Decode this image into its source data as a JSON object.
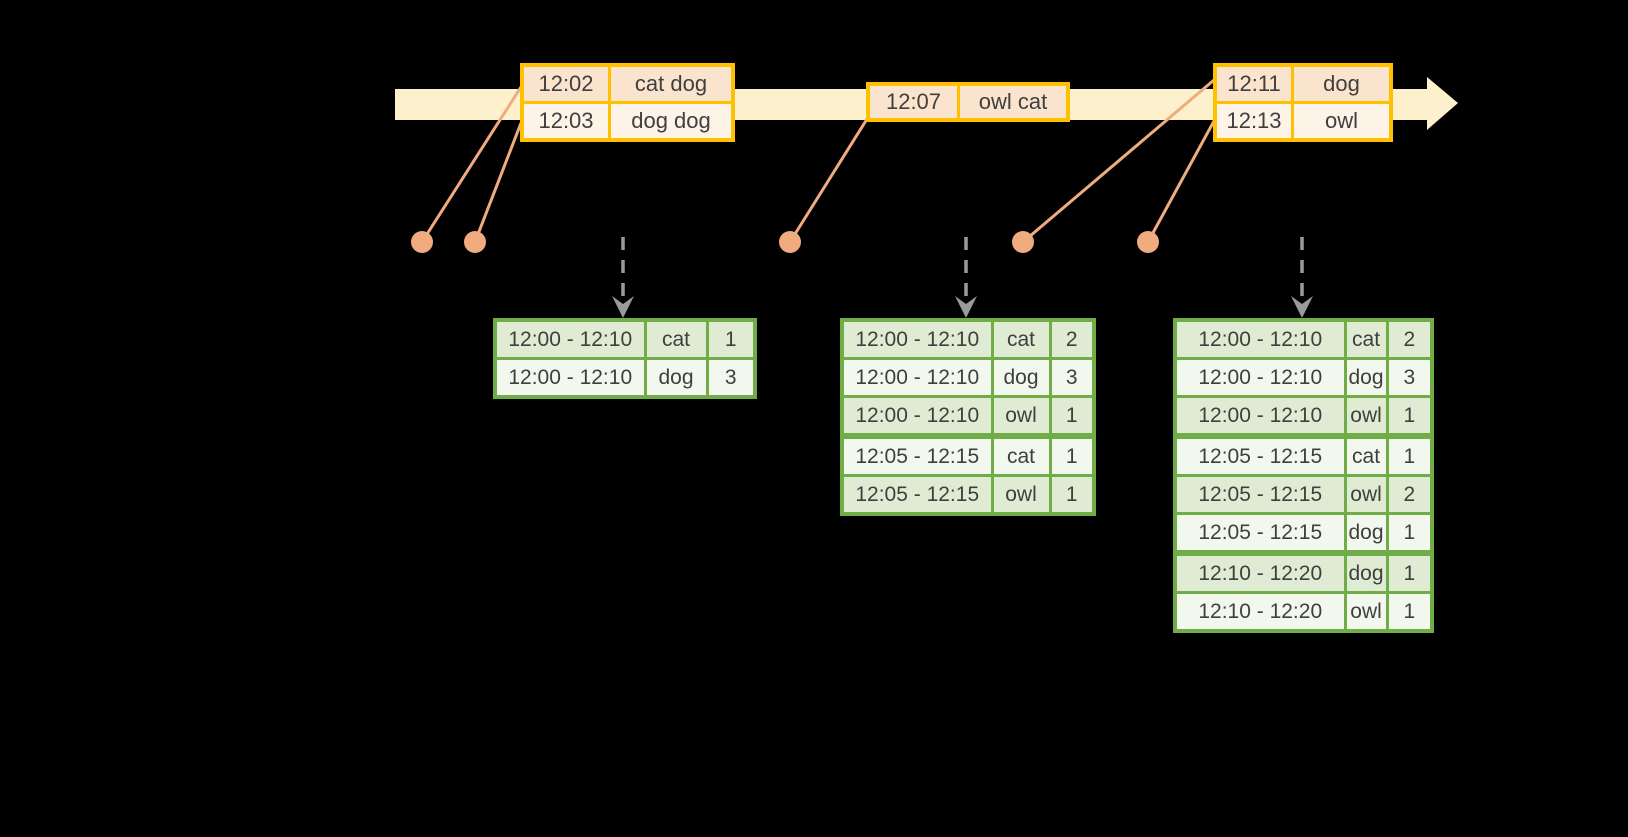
{
  "colors": {
    "background": "#000000",
    "timeline_fill": "#FCF1CC",
    "event_table_border": "#FFC000",
    "event_row_dark_fill": "#FBE4CD",
    "event_row_light_fill": "#FDF3E6",
    "connector_and_dot": "#F0AC7F",
    "result_table_border": "#70AD47",
    "result_row_band_fill": "#DFECD3",
    "result_row_plain_fill": "#F3F8EF",
    "text": "#3F3F3F",
    "trigger_arrow_gray": "#9A9A9A"
  },
  "timeline": {
    "direction": "left-to-right",
    "events": [
      {
        "rows": [
          {
            "time": "12:02",
            "words": "cat dog"
          },
          {
            "time": "12:03",
            "words": "dog dog"
          }
        ]
      },
      {
        "rows": [
          {
            "time": "12:07",
            "words": "owl cat"
          }
        ]
      },
      {
        "rows": [
          {
            "time": "12:11",
            "words": "dog"
          },
          {
            "time": "12:13",
            "words": "owl"
          }
        ]
      }
    ]
  },
  "result_tables": [
    {
      "rows": [
        {
          "window": "12:00 - 12:10",
          "word": "cat",
          "count": "1"
        },
        {
          "window": "12:00 - 12:10",
          "word": "dog",
          "count": "3"
        }
      ]
    },
    {
      "rows": [
        {
          "window": "12:00 - 12:10",
          "word": "cat",
          "count": "2"
        },
        {
          "window": "12:00 - 12:10",
          "word": "dog",
          "count": "3"
        },
        {
          "window": "12:00 - 12:10",
          "word": "owl",
          "count": "1"
        },
        {
          "window": "12:05 - 12:15",
          "word": "cat",
          "count": "1"
        },
        {
          "window": "12:05 - 12:15",
          "word": "owl",
          "count": "1"
        }
      ]
    },
    {
      "rows": [
        {
          "window": "12:00 - 12:10",
          "word": "cat",
          "count": "2"
        },
        {
          "window": "12:00 - 12:10",
          "word": "dog",
          "count": "3"
        },
        {
          "window": "12:00 - 12:10",
          "word": "owl",
          "count": "1"
        },
        {
          "window": "12:05 - 12:15",
          "word": "cat",
          "count": "1"
        },
        {
          "window": "12:05 - 12:15",
          "word": "owl",
          "count": "2"
        },
        {
          "window": "12:05 - 12:15",
          "word": "dog",
          "count": "1"
        },
        {
          "window": "12:10 - 12:20",
          "word": "dog",
          "count": "1"
        },
        {
          "window": "12:10 - 12:20",
          "word": "owl",
          "count": "1"
        }
      ]
    }
  ]
}
